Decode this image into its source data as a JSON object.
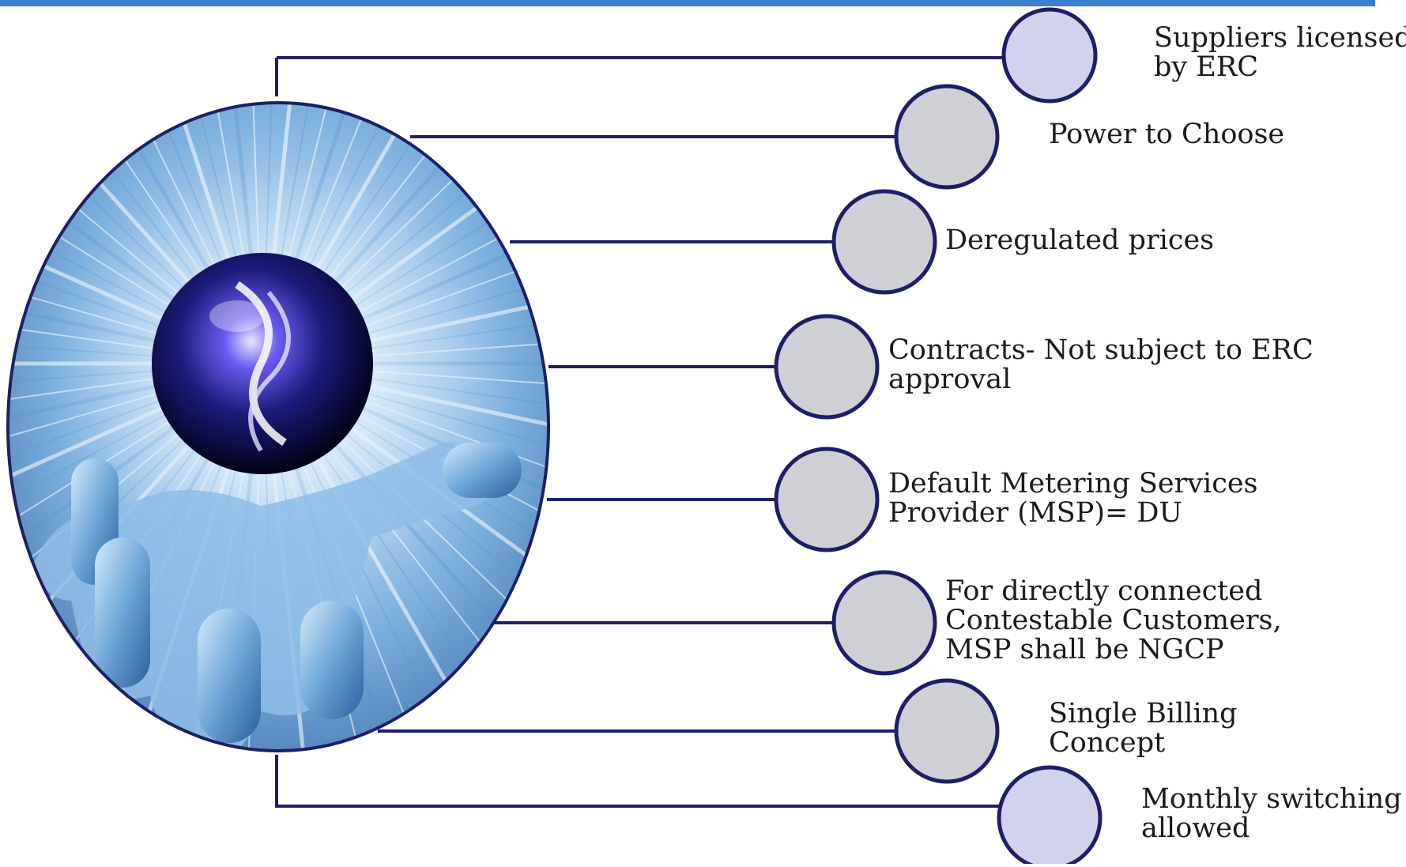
{
  "colors": {
    "top_bar": "#3a7fd0",
    "connector": "#1c1f66",
    "circle_stroke": "#1c1f66",
    "circle_fill_lavender": "#d0d2ee",
    "circle_fill_gray": "#cfcfd6",
    "text": "#1a1a1a"
  },
  "items": [
    {
      "lines": [
        "Suppliers licensed",
        "by ERC"
      ],
      "style": "lavender"
    },
    {
      "lines": [
        "Power to Choose"
      ],
      "style": "gray"
    },
    {
      "lines": [
        "Deregulated prices"
      ],
      "style": "gray"
    },
    {
      "lines": [
        "Contracts- Not subject to  ERC",
        "approval"
      ],
      "style": "gray"
    },
    {
      "lines": [
        "Default Metering Services",
        "Provider (MSP)= DU"
      ],
      "style": "gray"
    },
    {
      "lines": [
        "For directly connected",
        "Contestable Customers,",
        "MSP shall be NGCP"
      ],
      "style": "gray"
    },
    {
      "lines": [
        "Single Billing",
        "Concept"
      ],
      "style": "gray"
    },
    {
      "lines": [
        "Monthly switching",
        "allowed"
      ],
      "style": "lavender"
    }
  ],
  "central_image": {
    "icon": "hand-holding-glowing-orb"
  }
}
